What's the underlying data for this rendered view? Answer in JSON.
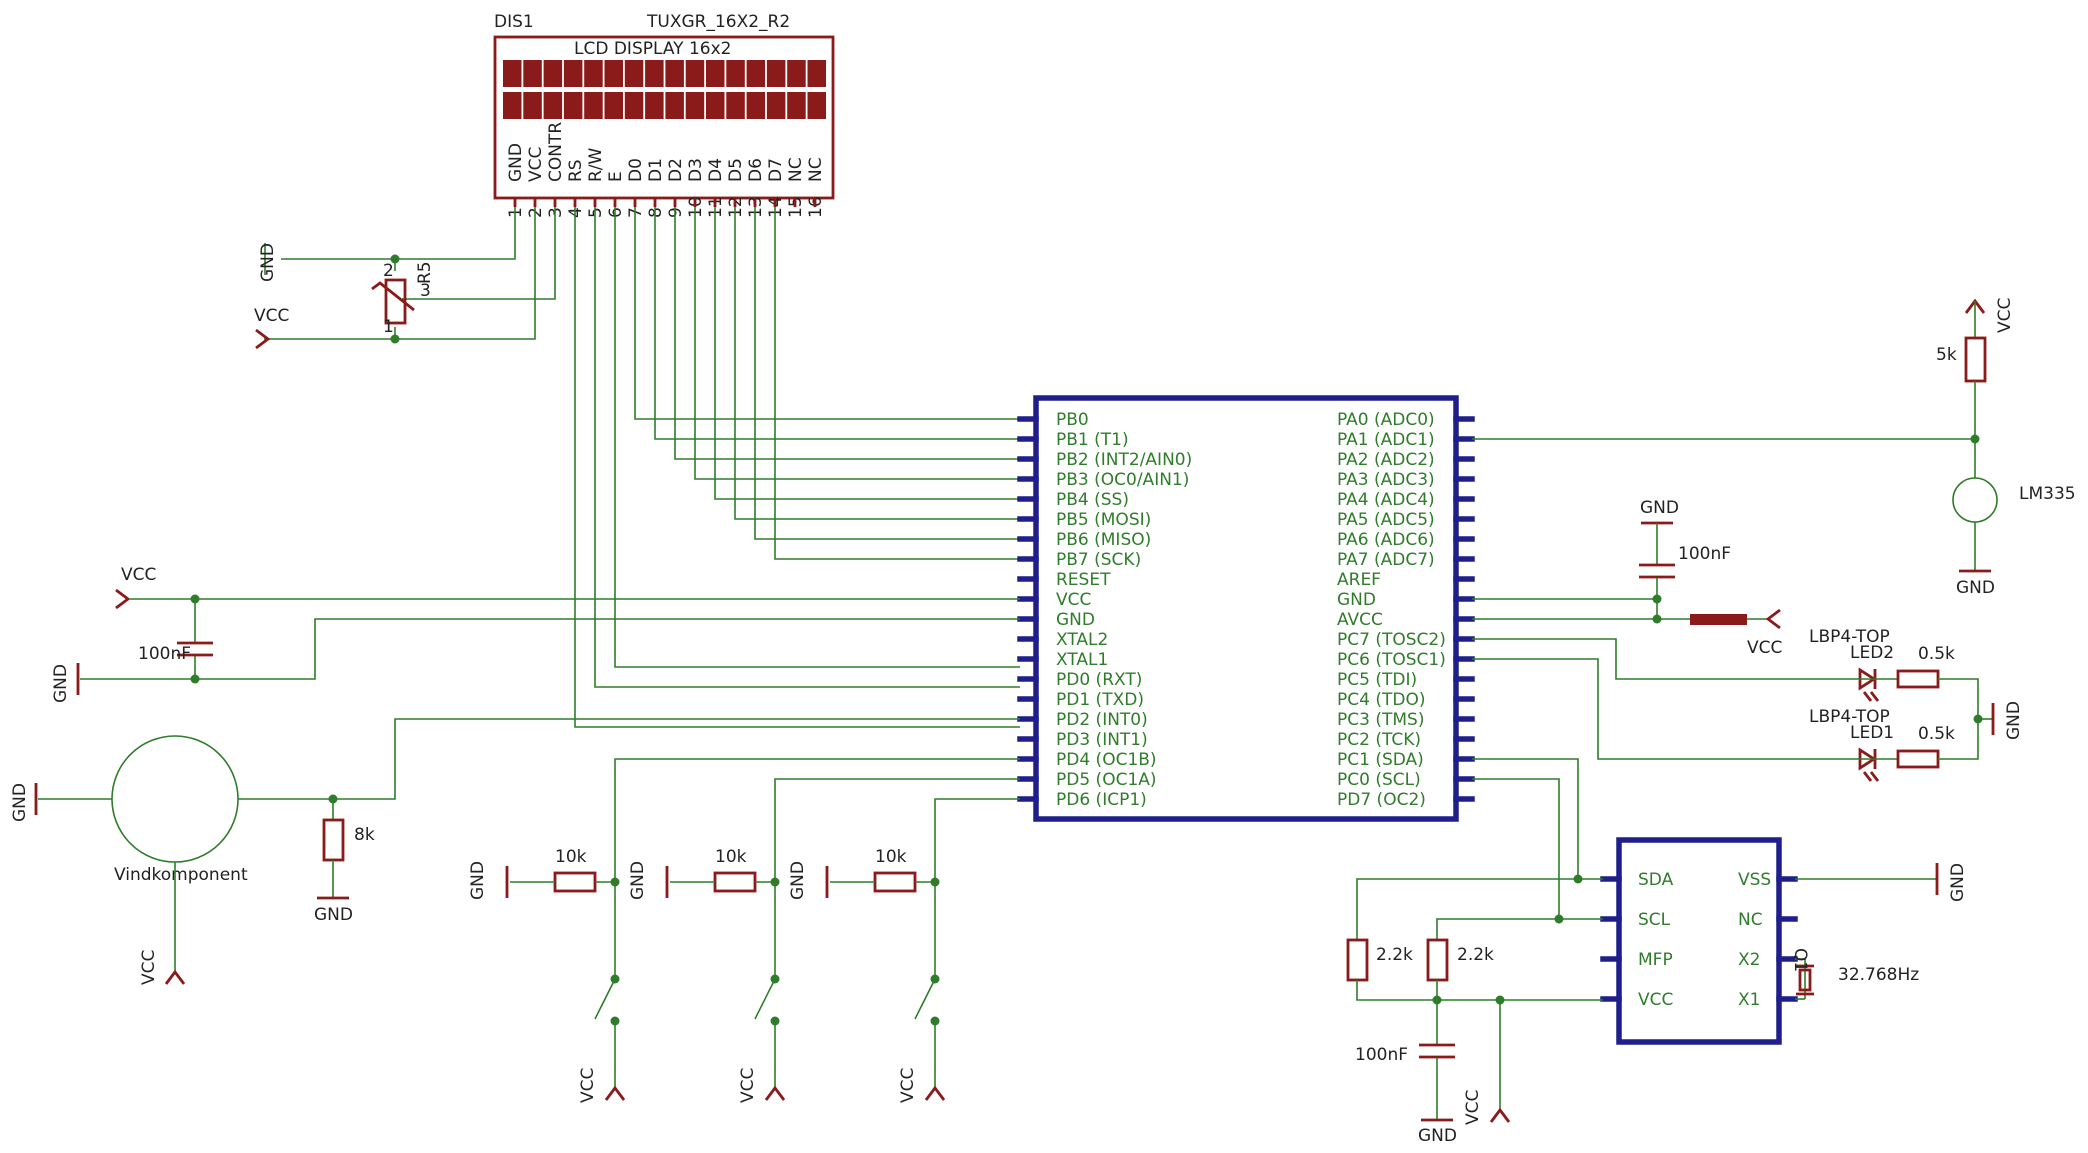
{
  "lcd": {
    "name": "DIS1",
    "part": "TUXGR_16X2_R2",
    "title": "LCD DISPLAY 16x2",
    "pins": [
      {
        "n": "1",
        "label": "GND"
      },
      {
        "n": "2",
        "label": "VCC"
      },
      {
        "n": "3",
        "label": "CONTR"
      },
      {
        "n": "4",
        "label": "RS"
      },
      {
        "n": "5",
        "label": "R/W"
      },
      {
        "n": "6",
        "label": "E"
      },
      {
        "n": "7",
        "label": "D0"
      },
      {
        "n": "8",
        "label": "D1"
      },
      {
        "n": "9",
        "label": "D2"
      },
      {
        "n": "10",
        "label": "D3"
      },
      {
        "n": "11",
        "label": "D4"
      },
      {
        "n": "12",
        "label": "D5"
      },
      {
        "n": "13",
        "label": "D6"
      },
      {
        "n": "14",
        "label": "D7"
      },
      {
        "n": "15",
        "label": "NC"
      },
      {
        "n": "16",
        "label": "NC"
      }
    ]
  },
  "mcu": {
    "left_pins": [
      "PB0",
      "PB1 (T1)",
      "PB2 (INT2/AIN0)",
      "PB3 (OC0/AIN1)",
      "PB4 (SS)",
      "PB5 (MOSI)",
      "PB6 (MISO)",
      "PB7 (SCK)",
      "RESET",
      "VCC",
      "GND",
      "XTAL2",
      "XTAL1",
      "PD0 (RXT)",
      "PD1 (TXD)",
      "PD2 (INT0)",
      "PD3 (INT1)",
      "PD4 (OC1B)",
      "PD5 (OC1A)",
      "PD6 (ICP1)"
    ],
    "right_pins": [
      "PA0 (ADC0)",
      "PA1 (ADC1)",
      "PA2 (ADC2)",
      "PA3 (ADC3)",
      "PA4 (ADC4)",
      "PA5 (ADC5)",
      "PA6 (ADC6)",
      "PA7 (ADC7)",
      "AREF",
      "GND",
      "AVCC",
      "PC7 (TOSC2)",
      "PC6 (TOSC1)",
      "PC5 (TDI)",
      "PC4 (TDO)",
      "PC3 (TMS)",
      "PC2 (TCK)",
      "PC1 (SDA)",
      "PC0 (SCL)",
      "PD7 (OC2)"
    ]
  },
  "rtc": {
    "left_pins": [
      "SDA",
      "SCL",
      "MFP",
      "VCC"
    ],
    "right_pins": [
      "VSS",
      "NC",
      "X2",
      "X1"
    ]
  },
  "labels": {
    "gnd": "GND",
    "vcc": "VCC",
    "pot_name": "R5",
    "pot_pin1": "1",
    "pot_pin2": "2",
    "pot_pin3": "3",
    "cap_100nf": "100nF",
    "r_5k": "5k",
    "sensor": "LM335",
    "r_05k": "0.5k",
    "led_pkg": "LBP4-TOP",
    "led2": "LED2",
    "led1": "LED1",
    "r_8k": "8k",
    "wind": "Vindkomponent",
    "r_10k": "10k",
    "r_22k": "2.2k",
    "crystal_name": "Q1",
    "crystal": "32.768Hz"
  },
  "colors": {
    "wire": "#2f7d2a",
    "part": "#8b1a1a",
    "ic": "#1f1f8c"
  }
}
